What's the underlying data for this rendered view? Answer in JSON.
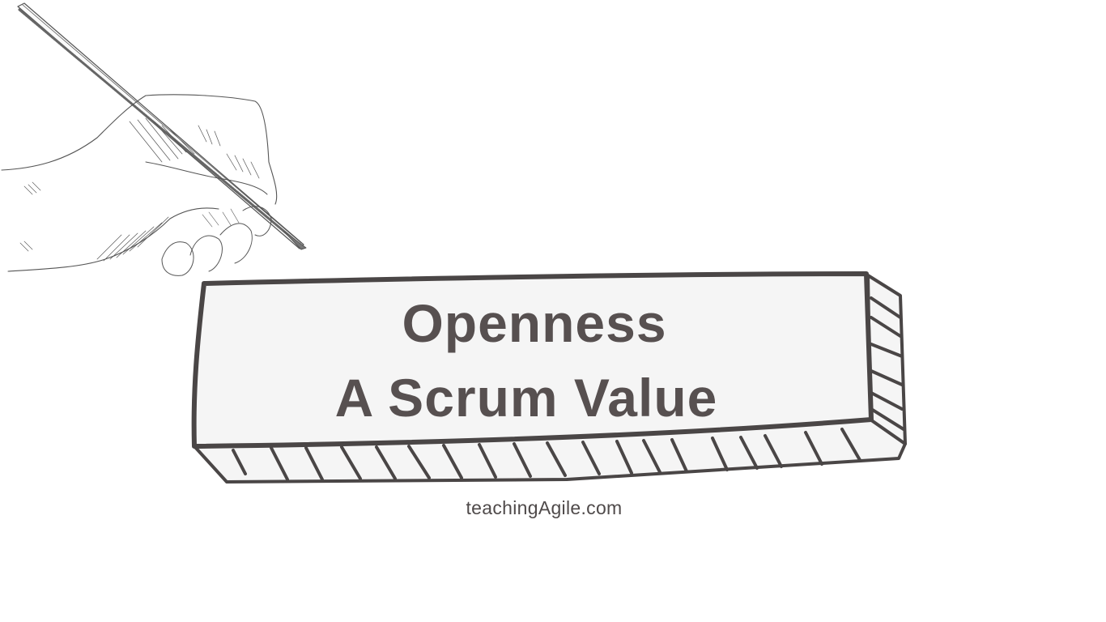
{
  "title": {
    "line1": "Openness",
    "line2": "A Scrum Value"
  },
  "footer": {
    "site": "teachingAgile.com"
  },
  "illustration": {
    "icon": "hand-writing-with-pencil-icon"
  },
  "colors": {
    "background": "#ffffff",
    "box_fill": "#f5f5f5",
    "box_outline": "#4a4646",
    "text": "#575050"
  }
}
